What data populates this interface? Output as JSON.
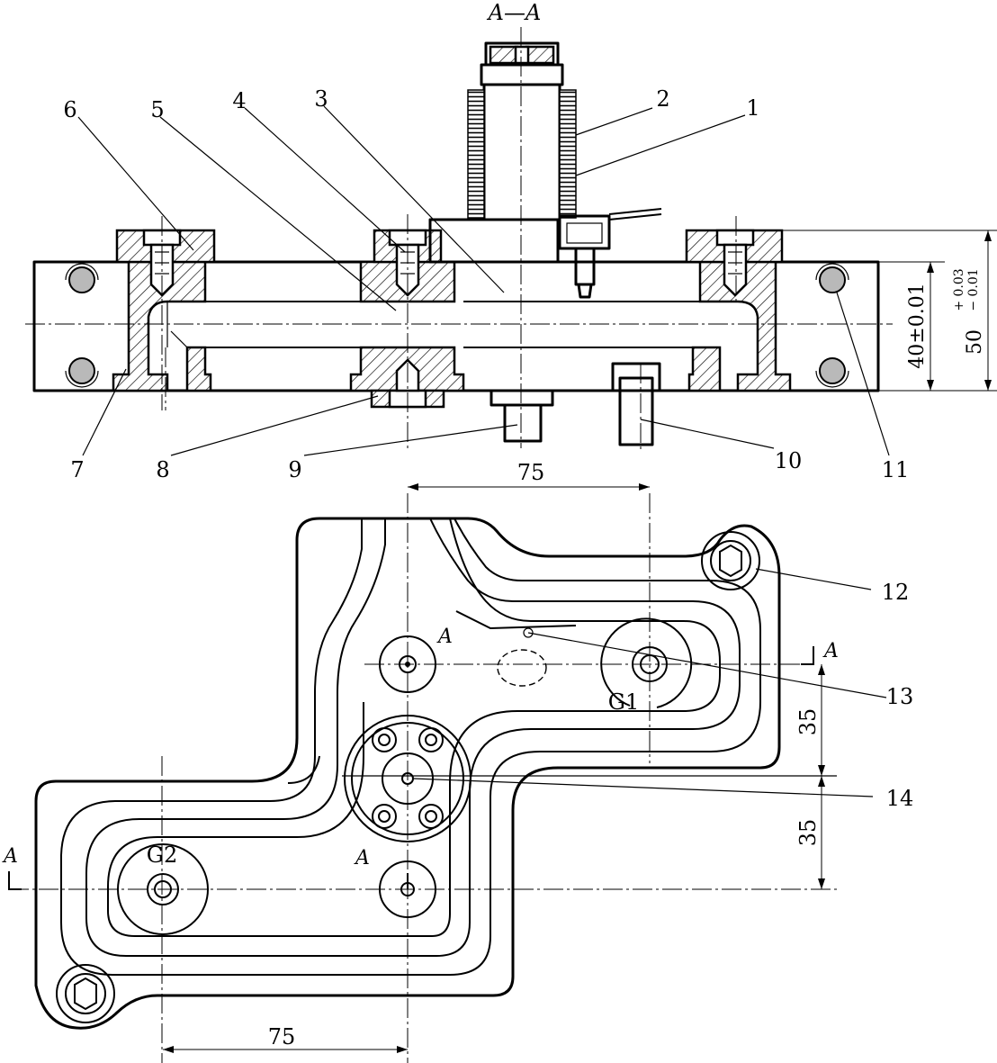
{
  "section_label": "A—A",
  "part_numbers": {
    "p1": "1",
    "p2": "2",
    "p3": "3",
    "p4": "4",
    "p5": "5",
    "p6": "6",
    "p7": "7",
    "p8": "8",
    "p9": "9",
    "p10": "10",
    "p11": "11",
    "p12": "12",
    "p13": "13",
    "p14": "14"
  },
  "dimensions": {
    "height_main": "40±0.01",
    "height_total_base": "50",
    "height_total_upper": "+ 0.03",
    "height_total_lower": "− 0.01",
    "top_spacing": "75",
    "bottom_spacing": "75",
    "vertical_upper": "35",
    "vertical_lower": "35"
  },
  "plan_labels": {
    "g1": "G1",
    "g2": "G2",
    "a_upper": "A",
    "a_lower": "A",
    "a_right": "A",
    "a_left": "A"
  },
  "colors": {
    "line": "#000000",
    "seal_fill": "#b9b9b9",
    "background": "#ffffff"
  }
}
